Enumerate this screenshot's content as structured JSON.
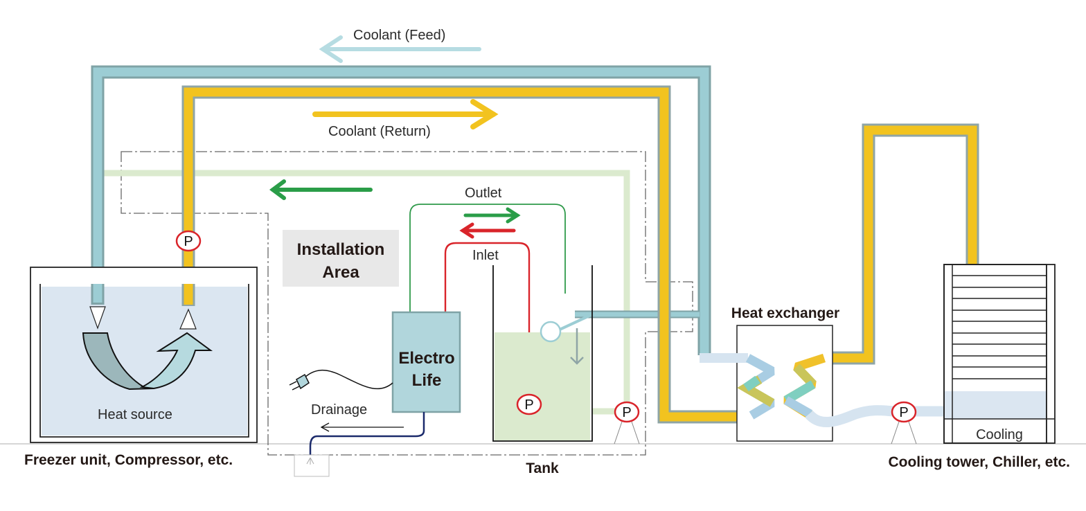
{
  "diagram": {
    "title": "Electro Life coolant system installation diagram",
    "labels": {
      "coolant_feed": "Coolant (Feed)",
      "coolant_return": "Coolant (Return)",
      "outlet": "Outlet",
      "inlet": "Inlet",
      "installation_area_line1": "Installation",
      "installation_area_line2": "Area",
      "electro_life_line1": "Electro",
      "electro_life_line2": "Life",
      "drainage": "Drainage",
      "heat_source": "Heat source",
      "freezer_unit": "Freezer unit, Compressor, etc.",
      "tank": "Tank",
      "heat_exchanger": "Heat exchanger",
      "cooling": "Cooling",
      "cooling_tower": "Cooling tower, Chiller, etc.",
      "pump": "P"
    },
    "colors": {
      "feed_pipe": "#9ccdd4",
      "feed_pipe_edge": "#7fa3a6",
      "return_pipe": "#f2c31f",
      "return_pipe_edge": "#8fa5a6",
      "tank_loop": "#dbeace",
      "outlet_line": "#2f9a4a",
      "outlet_arrow": "#2a9d48",
      "inlet_line": "#d9242a",
      "gauge_ring": "#d9242a",
      "water": "#dbe6f1",
      "tank_water": "#dbeace",
      "electro_box": "#b1d6dc",
      "area_bg": "#e8e8e8",
      "drain_line": "#1b2a6b"
    }
  }
}
